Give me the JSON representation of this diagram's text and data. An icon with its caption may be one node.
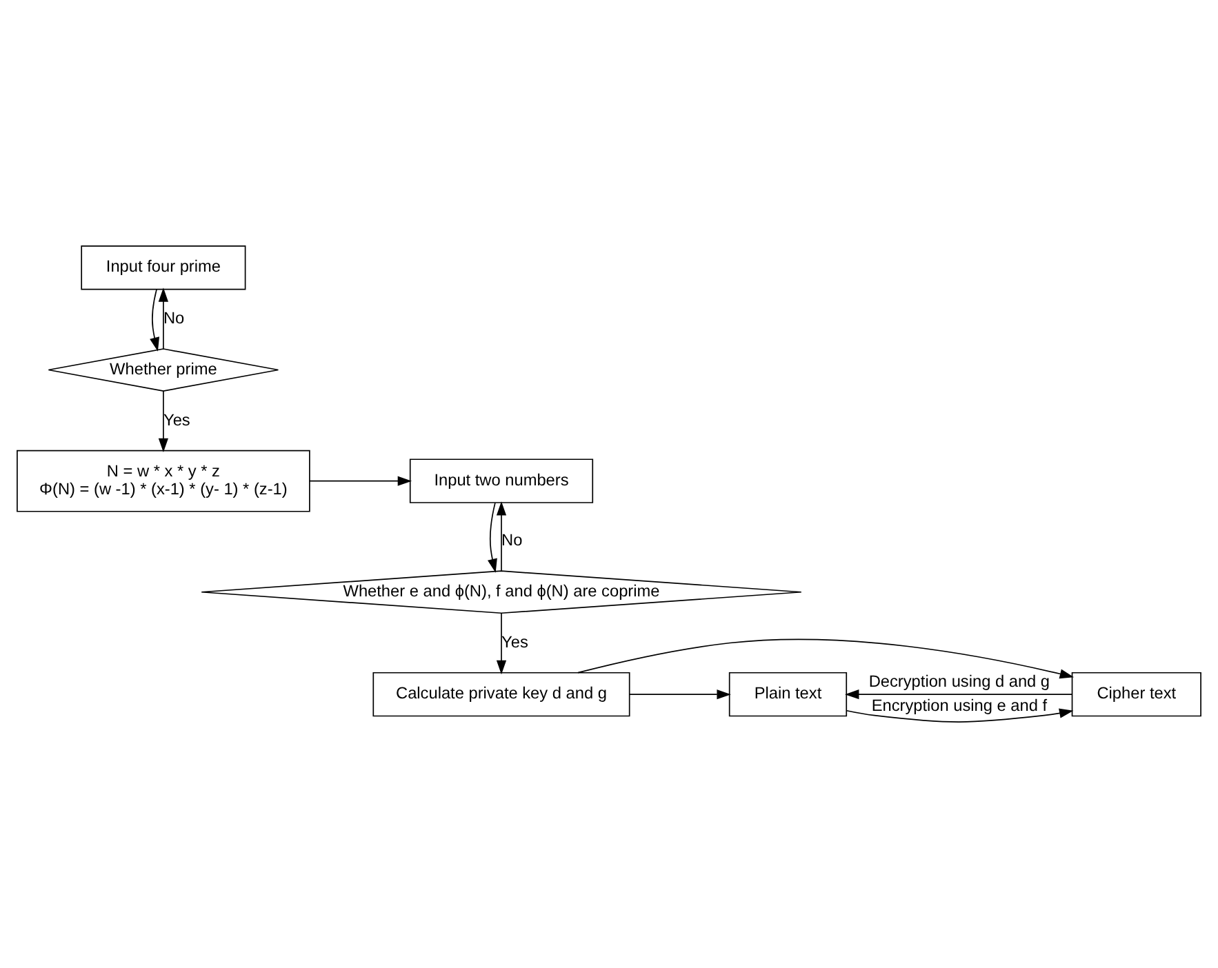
{
  "diagram": {
    "nodes": [
      {
        "text": [
          "Input four prime"
        ]
      },
      {
        "text": [
          "Whether prime"
        ]
      },
      {
        "text": [
          "N = w * x * y * z",
          "Φ(N) = (w -1) * (x-1) * (y- 1) * (z-1)"
        ]
      },
      {
        "text": [
          "Input two numbers"
        ]
      },
      {
        "text": [
          "Whether e and ϕ(N), f and ϕ(N) are coprime"
        ]
      },
      {
        "text": [
          "Calculate private key d and g"
        ]
      },
      {
        "text": [
          "Plain text"
        ]
      },
      {
        "text": [
          "Cipher text"
        ]
      }
    ],
    "edges": [
      {
        "from": 0,
        "to": 1,
        "arrow": "to"
      },
      {
        "from": 1,
        "to": 0,
        "arrow": "to",
        "label": "No"
      },
      {
        "from": 1,
        "to": 2,
        "arrow": "to",
        "label": "Yes"
      },
      {
        "from": 2,
        "to": 3,
        "arrow": "to"
      },
      {
        "from": 3,
        "to": 4,
        "arrow": "to"
      },
      {
        "from": 4,
        "to": 3,
        "arrow": "to",
        "label": "No"
      },
      {
        "from": 4,
        "to": 5,
        "arrow": "to",
        "label": "Yes"
      },
      {
        "from": 5,
        "to": 6,
        "arrow": "to"
      },
      {
        "from": 5,
        "to": 7,
        "arrow": "to"
      },
      {
        "from": 6,
        "to": 7,
        "arrow": "to",
        "label": "Encryption using e and f"
      },
      {
        "from": 7,
        "to": 6,
        "arrow": "to",
        "label": "Decryption using d and g"
      }
    ]
  }
}
